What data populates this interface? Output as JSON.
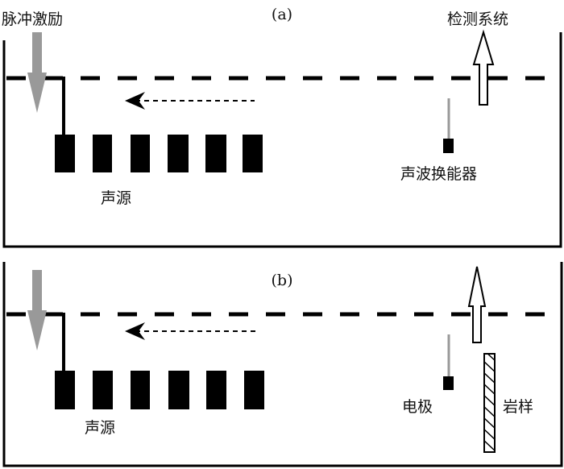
{
  "panel_a": {
    "label": "(a)",
    "pulse_label": "脉冲激励",
    "detect_label": "检测系统",
    "source_label": "声源",
    "transducer_label": "声波换能器"
  },
  "panel_b": {
    "label": "(b)",
    "source_label": "声源",
    "electrode_label": "电极",
    "sample_label": "岩样"
  },
  "colors": {
    "ink": "#000000",
    "pulse_arrow": "#999999"
  }
}
